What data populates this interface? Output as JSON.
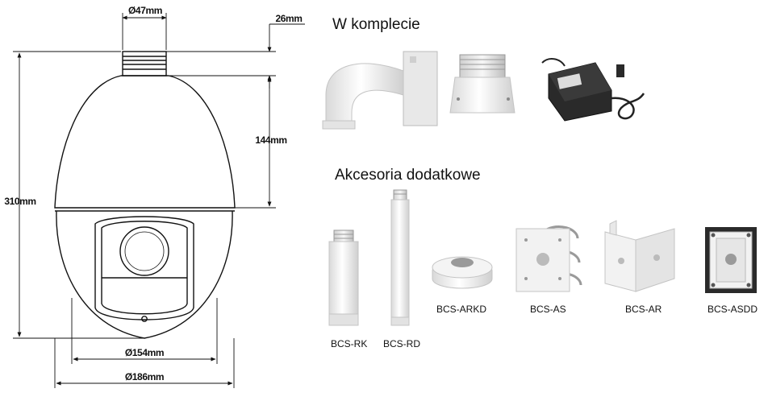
{
  "dimensions": {
    "top_diameter": "Ø47mm",
    "neck_height": "26mm",
    "dome_height": "144mm",
    "total_height": "310mm",
    "window_diameter": "Ø154mm",
    "body_diameter": "Ø186mm"
  },
  "included": {
    "heading": "W komplecie",
    "items": [
      {
        "icon": "wall-mount-arm-icon"
      },
      {
        "icon": "mount-adapter-icon"
      },
      {
        "icon": "power-adapter-icon"
      }
    ]
  },
  "accessories": {
    "heading": "Akcesoria dodatkowe",
    "items": [
      {
        "label": "BCS-RK",
        "icon": "short-pole-icon"
      },
      {
        "label": "BCS-RD",
        "icon": "long-pole-icon"
      },
      {
        "label": "BCS-ARKD",
        "icon": "ceiling-mount-icon"
      },
      {
        "label": "BCS-AS",
        "icon": "pole-mount-bracket-icon"
      },
      {
        "label": "BCS-AR",
        "icon": "corner-mount-bracket-icon"
      },
      {
        "label": "BCS-ASDD",
        "icon": "junction-box-icon"
      }
    ]
  },
  "colors": {
    "line": "#111111",
    "product": "#f2f2f2",
    "dark": "#2a2a2a"
  }
}
